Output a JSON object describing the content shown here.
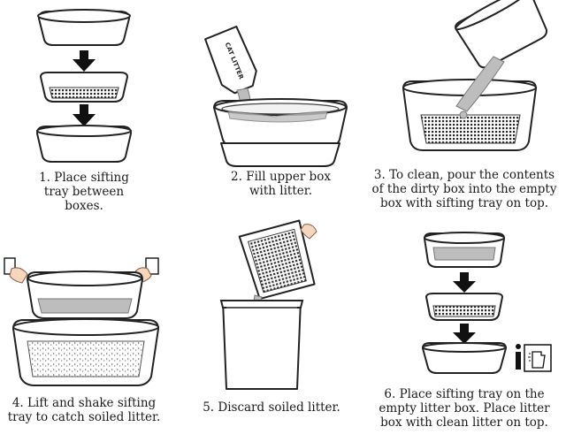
{
  "steps": [
    {
      "number": "1.",
      "text_line1": "Place sifting",
      "text_line2": "tray between",
      "text_line3": "boxes."
    },
    {
      "number": "2.",
      "text_line1": "Fill upper box",
      "text_line2": "with litter.",
      "bag_label": "CAT LITTER"
    },
    {
      "number": "3.",
      "text_line1": "To clean, pour the contents",
      "text_line2": "of the dirty box into the empty",
      "text_line3": "box with sifting tray on top."
    },
    {
      "number": "4.",
      "text_line1": "Lift and shake sifting",
      "text_line2": "tray to catch soiled litter."
    },
    {
      "number": "5.",
      "text_line1": "Discard soiled litter."
    },
    {
      "number": "6.",
      "text_line1": "Place sifting tray on the",
      "text_line2": "empty litter box. Place litter",
      "text_line3": "box with clean litter on top."
    }
  ],
  "colors": {
    "stroke": "#222222",
    "litter": "#bdbdbd",
    "background": "#ffffff"
  },
  "icons": [
    "arrow-down-icon",
    "info-icon",
    "spray-cleaner-icon"
  ]
}
